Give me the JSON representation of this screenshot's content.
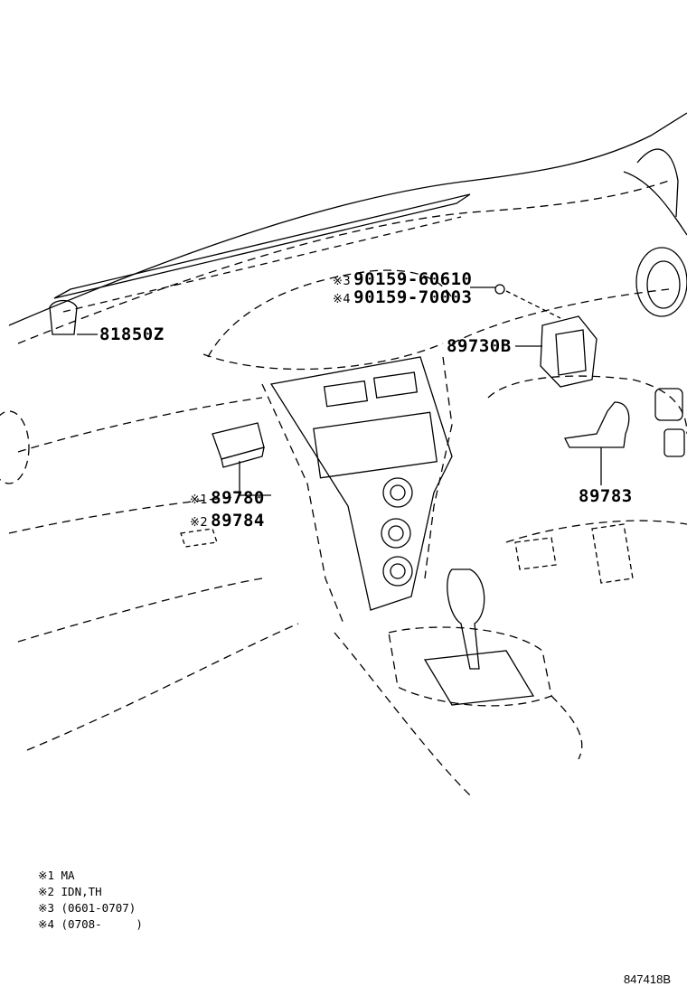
{
  "labels": {
    "p81850z": "81850Z",
    "p90159_60610": "90159-60610",
    "p90159_70003": "90159-70003",
    "p89730b": "89730B",
    "p89780": "89780",
    "p89784": "89784",
    "p89783": "89783",
    "m1": "※1",
    "m2": "※2",
    "m3": "※3",
    "m4": "※4"
  },
  "notes": [
    {
      "mark": "※1",
      "text": "MA"
    },
    {
      "mark": "※2",
      "text": "IDN,TH"
    },
    {
      "mark": "※3",
      "text": "(0601-0707)"
    },
    {
      "mark": "※4",
      "text": "(0708-     )"
    }
  ],
  "figure_id": "847418B"
}
